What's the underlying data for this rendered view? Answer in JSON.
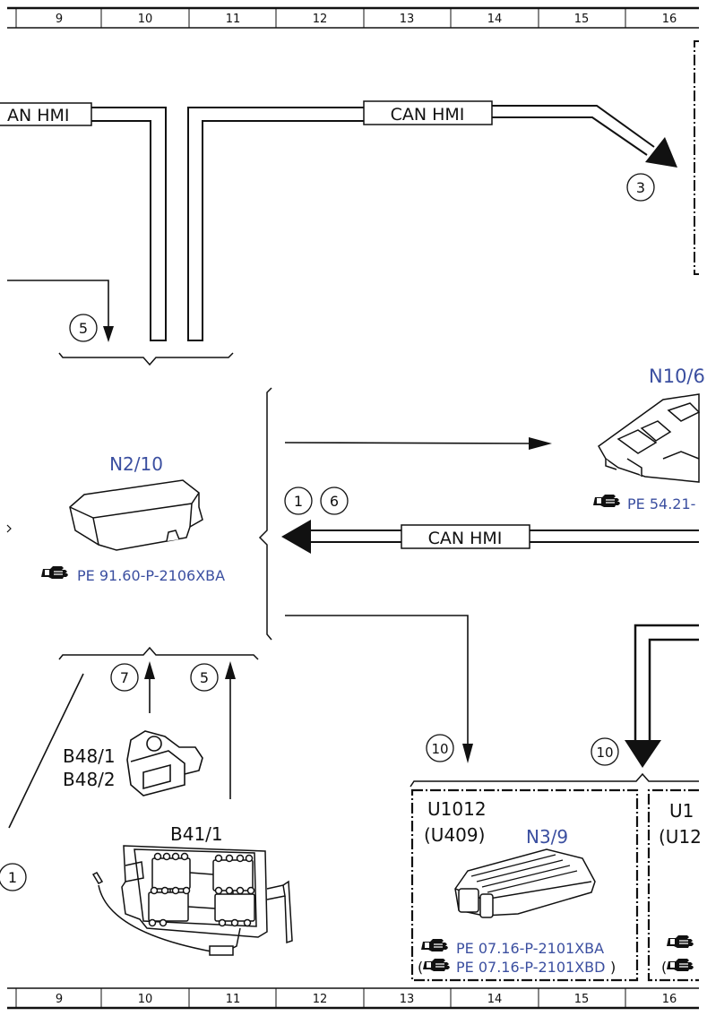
{
  "ruler": {
    "columns": [
      "9",
      "10",
      "11",
      "12",
      "13",
      "14",
      "15",
      "16"
    ]
  },
  "signals": {
    "can_top_left": "AN HMI",
    "can_top_right": "CAN HMI",
    "can_middle": "CAN HMI"
  },
  "markers": {
    "m3": "3",
    "m5_top": "5",
    "m1": "1",
    "m6": "6",
    "m7": "7",
    "m5_bottom": "5",
    "m10_left": "10",
    "m10_right": "10",
    "m11_partial": "1"
  },
  "components": {
    "n2_10": {
      "label": "N2/10",
      "ref": "PE 91.60-P-2106XBA"
    },
    "n10": {
      "label": "N10/6",
      "ref": "PE 54.21-"
    },
    "b48": {
      "label1": "B48/1",
      "label2": "B48/2"
    },
    "b41": {
      "label": "B41/1"
    },
    "u1012": {
      "code": "U1012",
      "alt": "(U409)",
      "label": "N3/9",
      "ref1": "PE 07.16-P-2101XBA",
      "ref2": "PE 07.16-P-2101XBD",
      "paren_open": "(",
      "paren_close": ")"
    },
    "u_right": {
      "code": "U1",
      "alt": "(U12",
      "paren_open": "("
    }
  },
  "colors": {
    "link_blue": "#3b4fa0",
    "ink": "#111111"
  }
}
